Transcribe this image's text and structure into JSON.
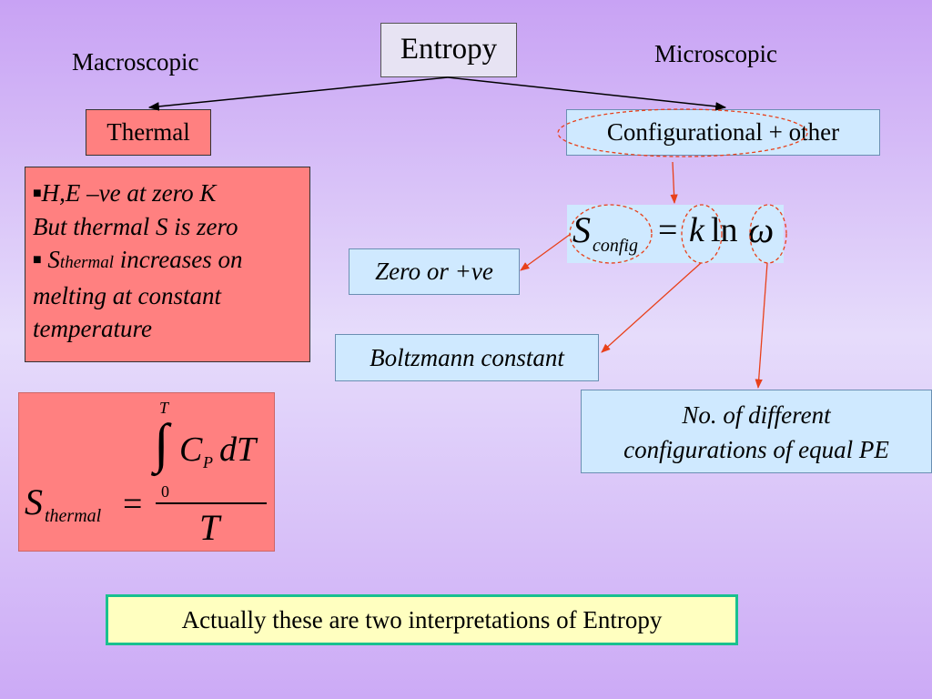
{
  "title": "Entropy",
  "labels": {
    "macroscopic": "Macroscopic",
    "microscopic": "Microscopic"
  },
  "thermal": {
    "label": "Thermal",
    "bullet1": "H,E –ve at zero K",
    "bullet1_cont": "But thermal S is zero",
    "bullet2_s": "S",
    "bullet2_sub": "thermal",
    "bullet2_rest": " increases on",
    "bullet2_cont1": "melting at constant",
    "bullet2_cont2": "temperature"
  },
  "configurational": {
    "label": "Configurational + other"
  },
  "formula_config": {
    "s": "S",
    "sub": "config",
    "eq": "=",
    "k": "k",
    "ln": "ln",
    "omega": "ω"
  },
  "annotations": {
    "zero_or_positive": "Zero or +ve",
    "boltzmann": "Boltzmann constant",
    "configs_line1": "No. of different",
    "configs_line2": "configurations of equal PE"
  },
  "formula_thermal": {
    "s": "S",
    "sub": "thermal",
    "eq": "=",
    "upper": "T",
    "lower": "0",
    "integrand_c": "C",
    "integrand_p": "P",
    "integrand_dt": "dT",
    "denominator": "T"
  },
  "footer": "Actually these are two interpretations of Entropy",
  "colors": {
    "pink_box": "#ff8080",
    "blue_box": "#cfe9ff",
    "yellow_box": "#ffffc0",
    "footer_border": "#19c08f",
    "arrow_red": "#e8401a"
  }
}
